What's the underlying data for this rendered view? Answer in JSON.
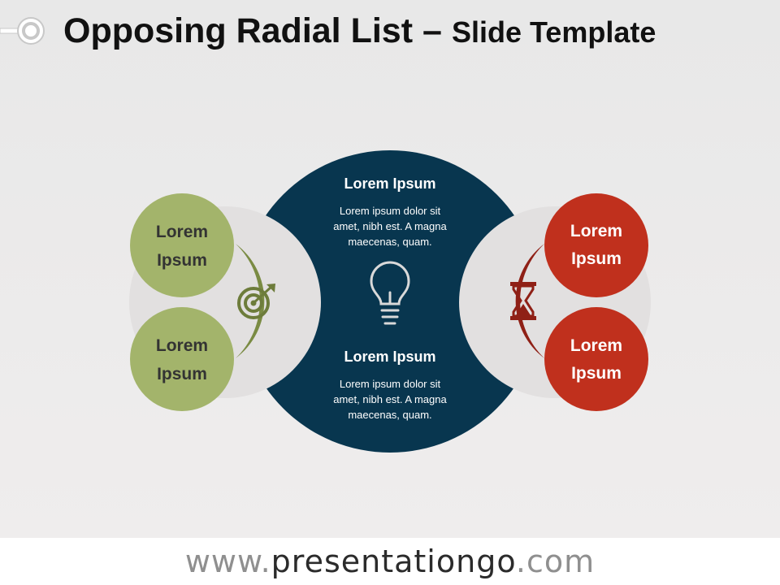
{
  "header": {
    "title": "Opposing Radial List",
    "separator": "–",
    "subtitle": "Slide Template"
  },
  "center": {
    "top_heading": "Lorem Ipsum",
    "top_body": [
      "Lorem ipsum dolor sit",
      "amet, nibh est. A magna",
      "maecenas, quam."
    ],
    "bottom_heading": "Lorem Ipsum",
    "bottom_body": [
      "Lorem ipsum dolor sit",
      "amet, nibh est. A magna",
      "maecenas, quam."
    ],
    "icon": "lightbulb-icon"
  },
  "left": {
    "icon": "target-icon",
    "items": [
      {
        "line1": "Lorem",
        "line2": "Ipsum"
      },
      {
        "line1": "Lorem",
        "line2": "Ipsum"
      }
    ]
  },
  "right": {
    "icon": "hourglass-icon",
    "items": [
      {
        "line1": "Lorem",
        "line2": "Ipsum"
      },
      {
        "line1": "Lorem",
        "line2": "Ipsum"
      }
    ]
  },
  "colors": {
    "navy": "#08364f",
    "green": "#a3b46b",
    "green_dark": "#7a8b43",
    "red": "#c0301d",
    "red_dark": "#8f2016",
    "text_dark": "#333333",
    "white": "#ffffff"
  },
  "footer": {
    "prefix": "www.",
    "domain": "presentationgo",
    "suffix": ".com"
  }
}
